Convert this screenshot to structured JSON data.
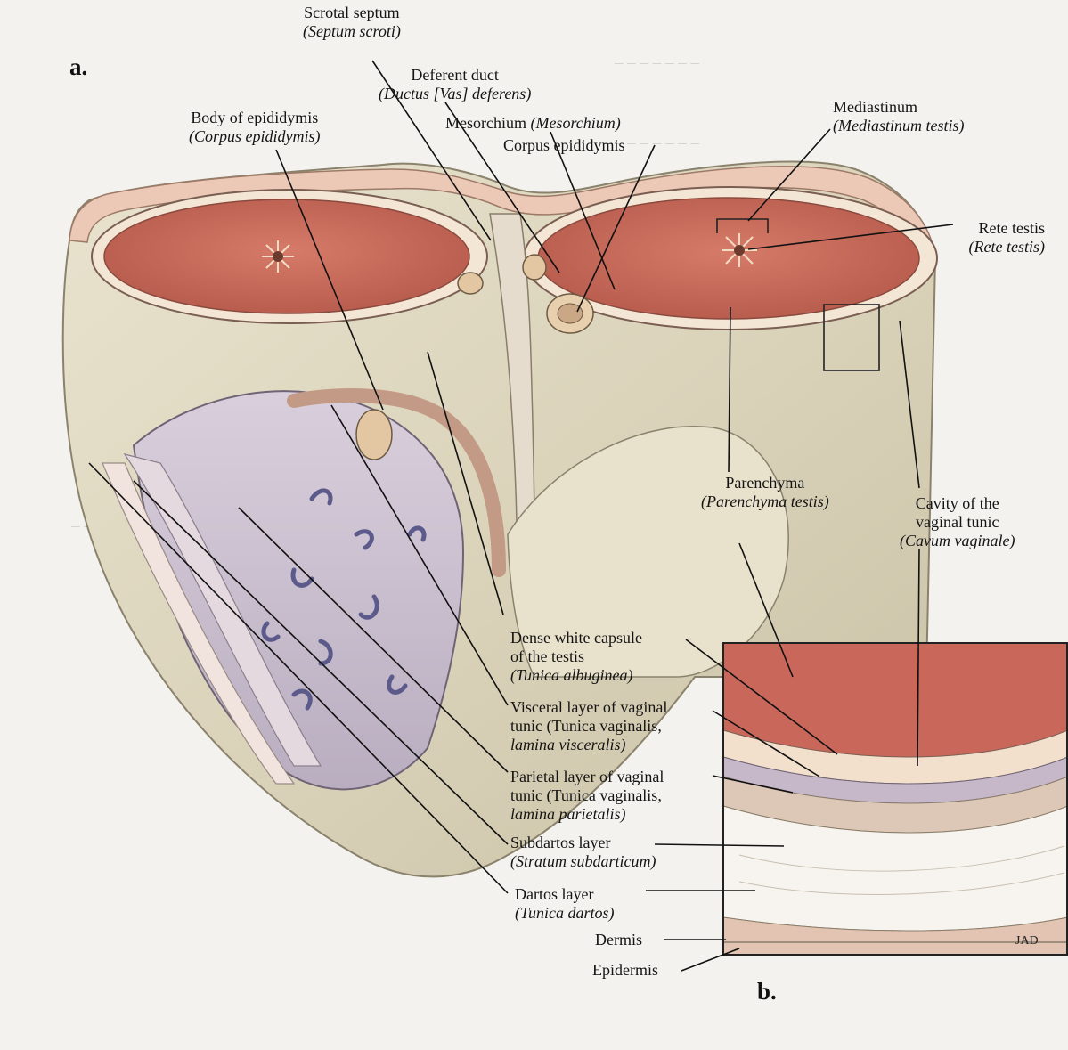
{
  "panel_labels": {
    "a": "a.",
    "b": "b."
  },
  "labels": {
    "scrotal_septum": {
      "name": "Scrotal septum",
      "latin": "(Septum scroti)"
    },
    "deferent_duct": {
      "name": "Deferent duct",
      "latin": "(Ductus [Vas] deferens)"
    },
    "body_epididymis": {
      "name": "Body of epididymis",
      "latin": "(Corpus epididymis)"
    },
    "mesorchium": {
      "name": "Mesorchium",
      "latin": "(Mesorchium)"
    },
    "corpus_epididymis": {
      "name": "Corpus epididymis"
    },
    "mediastinum": {
      "name": "Mediastinum",
      "latin": "(Mediastinum testis)"
    },
    "rete_testis": {
      "name": "Rete testis",
      "latin": "(Rete testis)"
    },
    "parenchyma": {
      "name": "Parenchyma",
      "latin": "(Parenchyma testis)"
    },
    "cavity": {
      "name1": "Cavity of the",
      "name2": "vaginal tunic",
      "latin": "(Cavum vaginale)"
    },
    "dense_capsule": {
      "name1": "Dense white capsule",
      "name2": "of the testis",
      "latin": "(Tunica albuginea)"
    },
    "visceral": {
      "name1": "Visceral layer of vaginal",
      "name2": "tunic (Tunica vaginalis,",
      "latin": "lamina visceralis)"
    },
    "parietal": {
      "name1": "Parietal layer of vaginal",
      "name2": "tunic (Tunica vaginalis,",
      "latin": "lamina parietalis)"
    },
    "subdartos": {
      "name": "Subdartos layer",
      "latin": "(Stratum subdarticum)"
    },
    "dartos": {
      "name": "Dartos layer",
      "latin": "(Tunica dartos)"
    },
    "dermis": {
      "name": "Dermis"
    },
    "epidermis": {
      "name": "Epidermis"
    }
  },
  "signature": "JAD",
  "colors": {
    "parenchyma": "#c9685a",
    "capsule": "#f2e2d2",
    "skin_dermis": "#e8c9b7",
    "scrotum_wall": "#ddd6bf",
    "cavity_lining": "#c7b8c9",
    "duct": "#d9b9a4",
    "inset_frame": "#222222"
  }
}
